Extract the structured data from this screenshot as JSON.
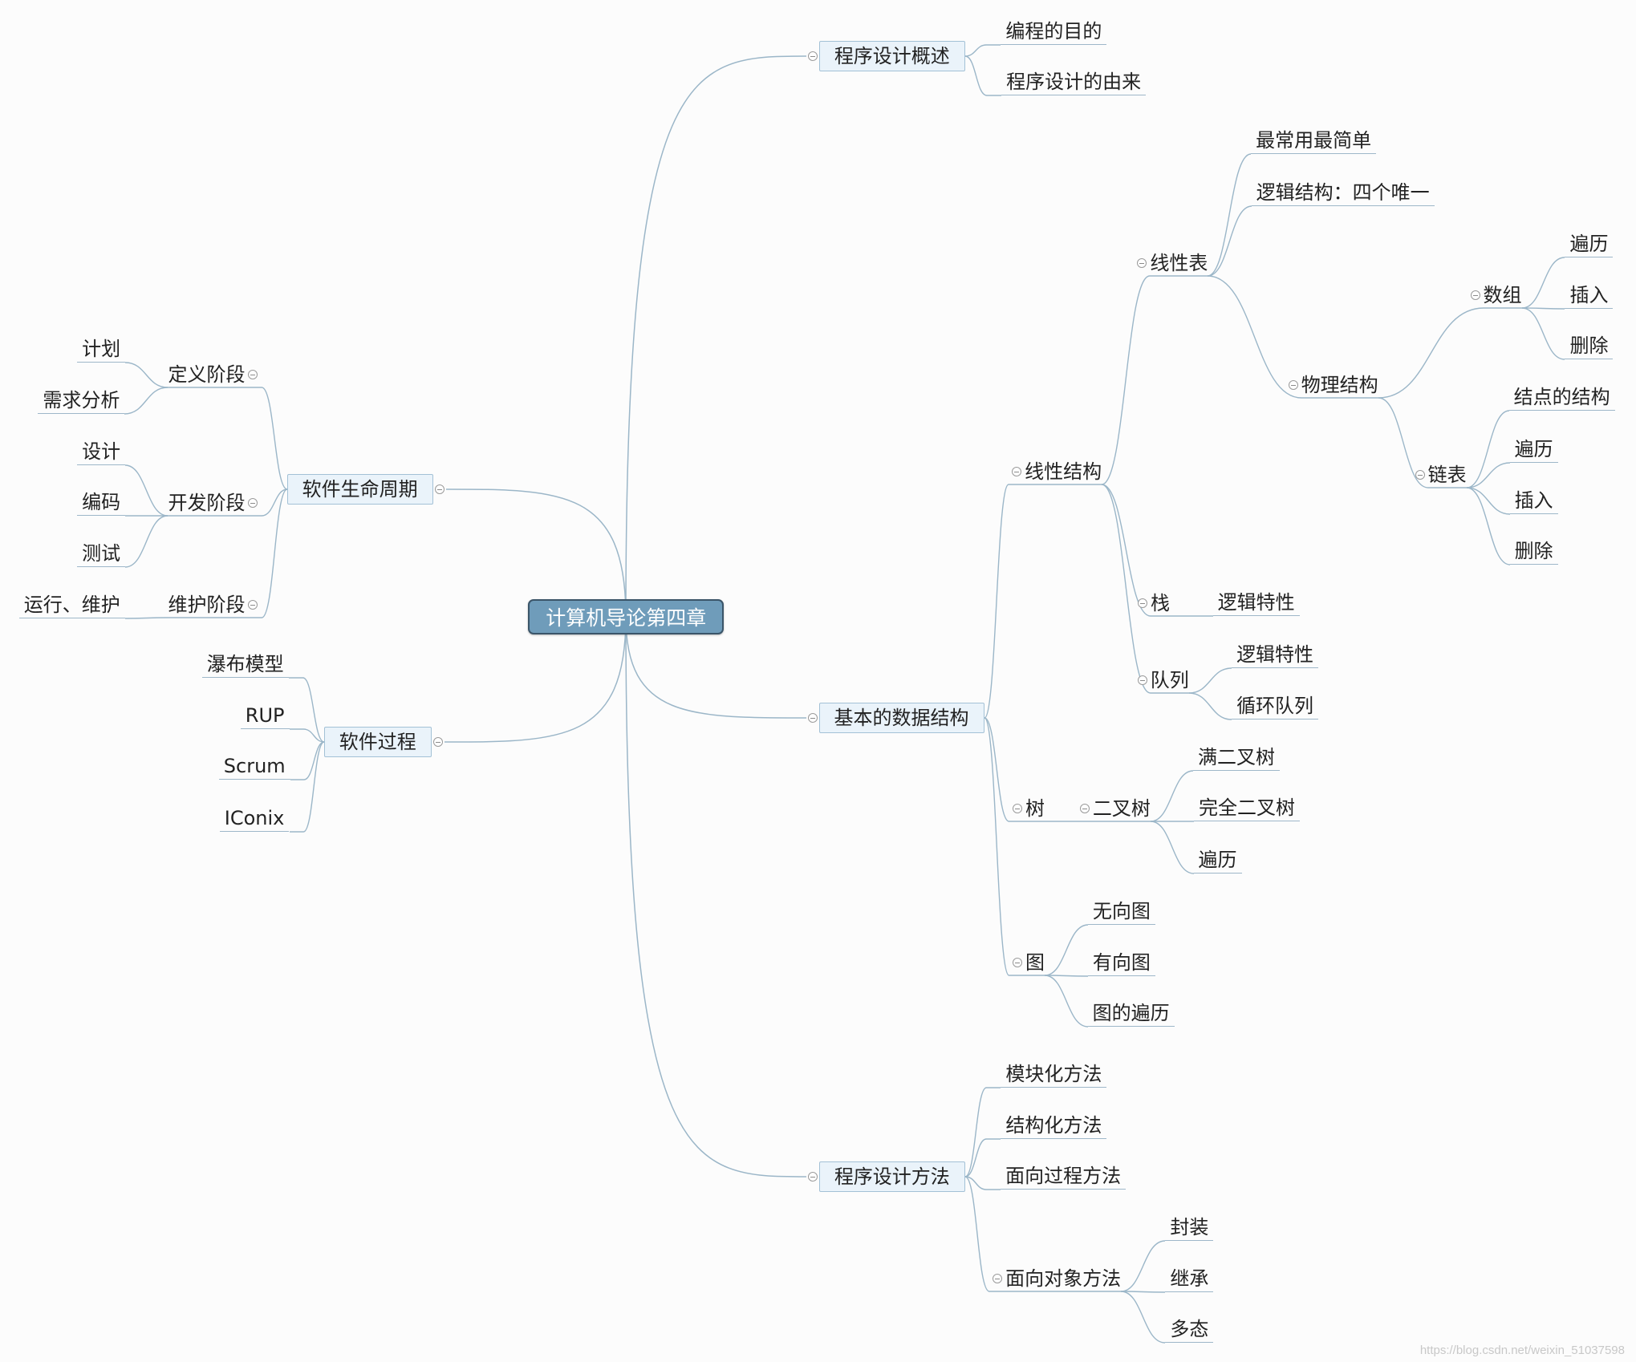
{
  "mindmap": {
    "root": "计算机导论第四章",
    "branches": [
      {
        "label": "程序设计概述",
        "children": [
          {
            "label": "编程的目的"
          },
          {
            "label": "程序设计的由来"
          }
        ]
      },
      {
        "label": "基本的数据结构",
        "children": [
          {
            "label": "线性结构",
            "children": [
              {
                "label": "线性表",
                "children": [
                  {
                    "label": "最常用最简单"
                  },
                  {
                    "label": "逻辑结构：四个唯一"
                  },
                  {
                    "label": "物理结构",
                    "children": [
                      {
                        "label": "数组",
                        "children": [
                          {
                            "label": "遍历"
                          },
                          {
                            "label": "插入"
                          },
                          {
                            "label": "删除"
                          }
                        ]
                      },
                      {
                        "label": "链表",
                        "children": [
                          {
                            "label": "结点的结构"
                          },
                          {
                            "label": "遍历"
                          },
                          {
                            "label": "插入"
                          },
                          {
                            "label": "删除"
                          }
                        ]
                      }
                    ]
                  }
                ]
              },
              {
                "label": "栈",
                "children": [
                  {
                    "label": "逻辑特性"
                  }
                ]
              },
              {
                "label": "队列",
                "children": [
                  {
                    "label": "逻辑特性"
                  },
                  {
                    "label": "循环队列"
                  }
                ]
              }
            ]
          },
          {
            "label": "树",
            "children": [
              {
                "label": "二叉树",
                "children": [
                  {
                    "label": "满二叉树"
                  },
                  {
                    "label": "完全二叉树"
                  },
                  {
                    "label": "遍历"
                  }
                ]
              }
            ]
          },
          {
            "label": "图",
            "children": [
              {
                "label": "无向图"
              },
              {
                "label": "有向图"
              },
              {
                "label": "图的遍历"
              }
            ]
          }
        ]
      },
      {
        "label": "程序设计方法",
        "children": [
          {
            "label": "模块化方法"
          },
          {
            "label": "结构化方法"
          },
          {
            "label": "面向过程方法"
          },
          {
            "label": "面向对象方法",
            "children": [
              {
                "label": "封装"
              },
              {
                "label": "继承"
              },
              {
                "label": "多态"
              }
            ]
          }
        ]
      },
      {
        "label": "软件生命周期",
        "children": [
          {
            "label": "定义阶段",
            "children": [
              {
                "label": "计划"
              },
              {
                "label": "需求分析"
              }
            ]
          },
          {
            "label": "开发阶段",
            "children": [
              {
                "label": "设计"
              },
              {
                "label": "编码"
              },
              {
                "label": "测试"
              }
            ]
          },
          {
            "label": "维护阶段",
            "children": [
              {
                "label": "运行、维护"
              }
            ]
          }
        ]
      },
      {
        "label": "软件过程",
        "children": [
          {
            "label": "瀑布模型"
          },
          {
            "label": "RUP"
          },
          {
            "label": "Scrum"
          },
          {
            "label": "IConix"
          }
        ]
      }
    ]
  },
  "watermark": "https://blog.csdn.net/weixin_51037598",
  "colors": {
    "link": "#9bb6c8",
    "root_fill": "#6f9cba",
    "root_border": "#3b5569",
    "main_fill": "#eaf3fa"
  }
}
